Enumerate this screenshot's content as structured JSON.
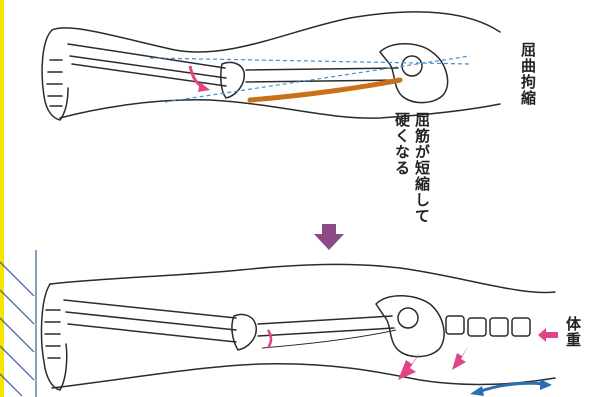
{
  "labels": {
    "contracture": "屈曲拘縮",
    "hamstring_line1": "屈筋が短縮して",
    "hamstring_line2": "硬くなる",
    "weight": "体重"
  },
  "colors": {
    "background": "#ffffff",
    "outline": "#2b2b2b",
    "muscle": "#c8701a",
    "force_arrow": "#e0448a",
    "down_arrow": "#8a4a86",
    "shift_arrow": "#2a6fb0",
    "reference_line": "#4a8fd0",
    "left_strip": "#f5e400"
  }
}
